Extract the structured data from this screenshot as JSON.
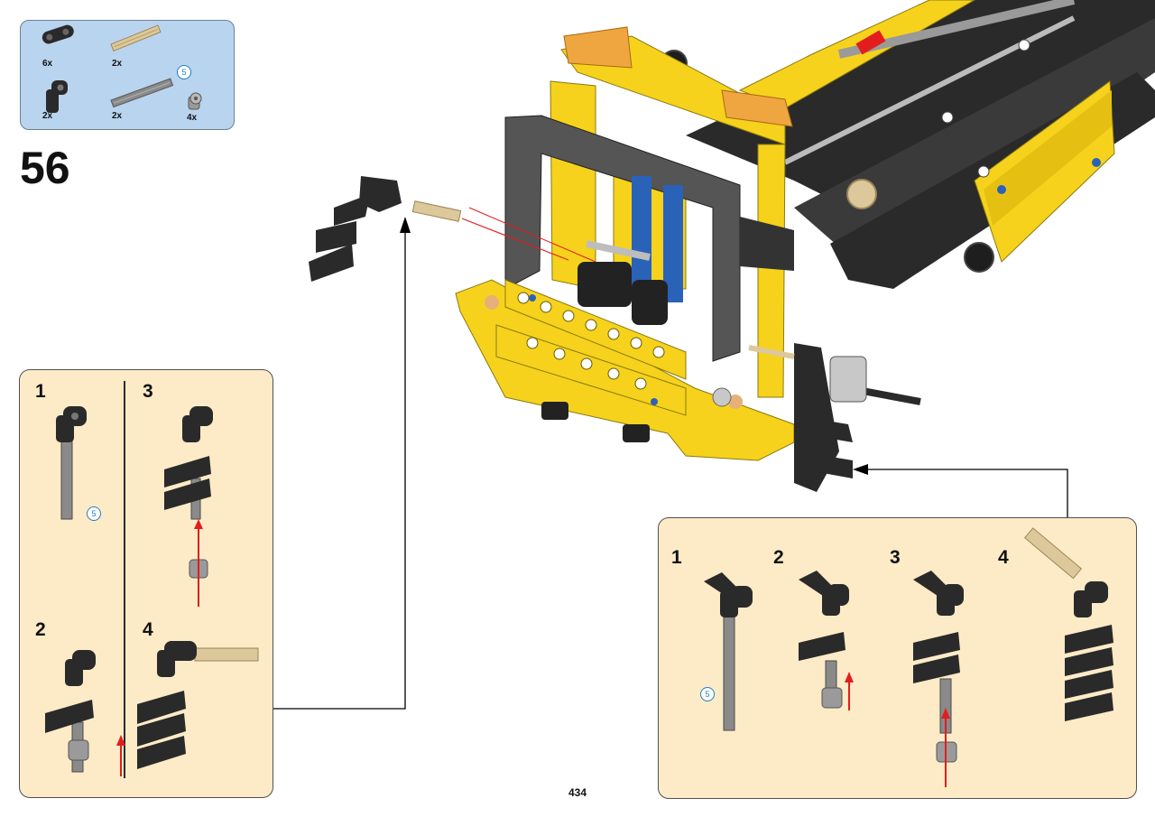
{
  "step": {
    "number": "56"
  },
  "page": {
    "number": "434"
  },
  "parts_list": {
    "items": [
      {
        "qty": "6x",
        "icon": "liftarm-1x2-black-icon"
      },
      {
        "qty": "2x",
        "icon": "axle-4-tan-icon"
      },
      {
        "qty": "2x",
        "icon": "angle-connector-black-icon"
      },
      {
        "qty": "2x",
        "icon": "axle-5-grey-icon",
        "length": "5"
      },
      {
        "qty": "4x",
        "icon": "bush-grey-icon"
      }
    ]
  },
  "subassembly_left": {
    "steps": [
      {
        "label": "1",
        "length_callout": "5"
      },
      {
        "label": "2"
      },
      {
        "label": "3"
      },
      {
        "label": "4"
      }
    ]
  },
  "subassembly_right": {
    "steps": [
      {
        "label": "1",
        "length_callout": "5"
      },
      {
        "label": "2"
      },
      {
        "label": "3"
      },
      {
        "label": "4"
      }
    ]
  },
  "colors": {
    "panel_bg": "#fcebc6",
    "parts_box_bg": "#b9d4ee",
    "model_yellow": "#f6d21c",
    "technic_black": "#2a2a2a",
    "technic_grey": "#8a8a8a",
    "technic_blue": "#2a62b8",
    "axle_tan": "#dcc89a",
    "arrow_red": "#e31d1d",
    "light_orange": "#f0a640"
  }
}
